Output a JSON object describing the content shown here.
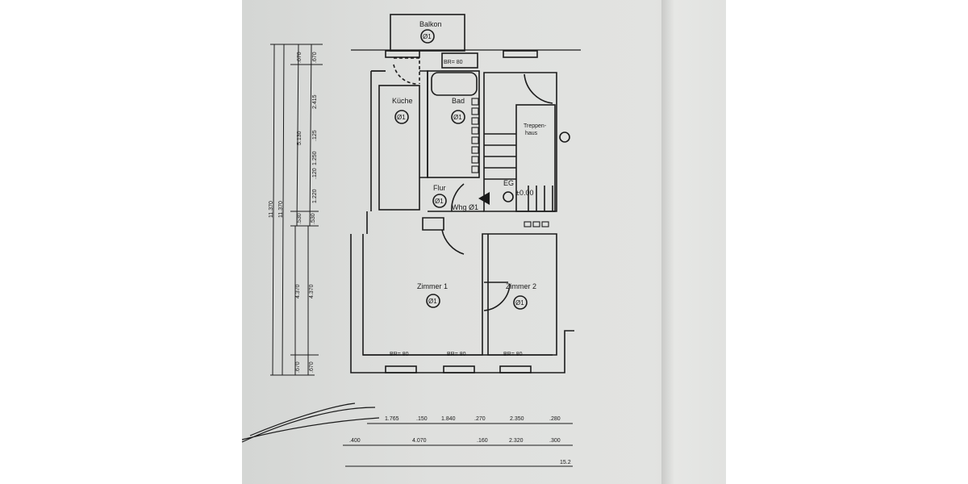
{
  "plan": {
    "rooms": [
      {
        "name": "Balkon",
        "tag": "Ø1"
      },
      {
        "name": "Küche",
        "tag": "Ø1"
      },
      {
        "name": "Bad",
        "tag": "Ø1"
      },
      {
        "name": "Treppen-",
        "name2": "haus"
      },
      {
        "name": "Flur",
        "tag": "Ø1"
      },
      {
        "name": "Zimmer 1",
        "tag": "Ø1"
      },
      {
        "name": "Zimmer 2",
        "tag": "Ø1"
      }
    ],
    "labels": {
      "eg": "EG",
      "level": "±0.00",
      "unit": "Whg Ø1",
      "br_top": "BR= 80",
      "br_1": "BR= 80",
      "br_2": "BR= 80",
      "br_3": "BR= 80"
    },
    "dims_vertical": {
      "outer_a": "11.370",
      "outer_b": "11.370",
      "a_top": ".670",
      "a_mid": "5.130",
      "a_530": ".530",
      "a_low": "4.370",
      "a_bot": ".670",
      "b_top": ".670",
      "b_1": "2.415",
      "b_2": ".125",
      "b_3": "1.250",
      "b_4": ".120",
      "b_5": "1.220",
      "b_530": ".530",
      "b_low": "4.370",
      "b_bot": ".670"
    },
    "dims_horizontal": {
      "row1": [
        "1.765",
        ".150",
        "1.840",
        ".270",
        "2.350",
        ".280"
      ],
      "row2": [
        ".400",
        "4.070",
        ".160",
        "2.320",
        ".300"
      ],
      "row3": "15.2"
    }
  }
}
